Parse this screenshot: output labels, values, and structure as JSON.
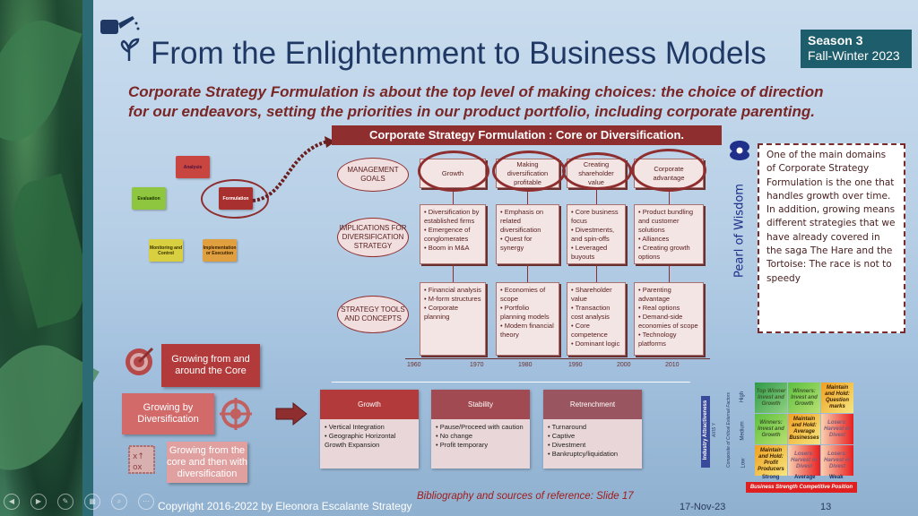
{
  "title": "From the Enlightenment to Business Models",
  "season": {
    "line1": "Season 3",
    "line2": "Fall-Winter 2023"
  },
  "subtitle": "Corporate Strategy Formulation is about the top level of making choices: the choice of direction for our endeavors, setting the priorities in our product portfolio, including corporate parenting.",
  "cycle": [
    "Analysis",
    "Formulation",
    "Implementation or Execution",
    "Monitoring and Control",
    "Evaluation"
  ],
  "diagram": {
    "title": "Corporate Strategy Formulation : Core or Diversification.",
    "row_labels": [
      "MANAGEMENT GOALS",
      "IMPLICATIONS FOR DIVERSIFICATION STRATEGY",
      "STRATEGY TOOLS AND CONCEPTS"
    ],
    "columns": [
      {
        "goal": "Growth",
        "implications": [
          "• Diversification by established firms",
          "• Emergence of conglomerates",
          "• Boom in M&A"
        ],
        "tools": [
          "• Financial analysis",
          "• M-form structures",
          "• Corporate planning"
        ]
      },
      {
        "goal": "Making diversification profitable",
        "implications": [
          "• Emphasis on related diversification",
          "• Quest for synergy"
        ],
        "tools": [
          "• Economies of scope",
          "• Portfolio planning models",
          "• Modern financial theory"
        ]
      },
      {
        "goal": "Creating shareholder value",
        "implications": [
          "• Core business focus",
          "• Divestments, and spin-offs",
          "• Leveraged buyouts"
        ],
        "tools": [
          "• Shareholder value",
          "• Transaction cost analysis",
          "• Core competence",
          "• Dominant logic"
        ]
      },
      {
        "goal": "Corporate advantage",
        "implications": [
          "• Product bundling and customer solutions",
          "• Alliances",
          "• Creating growth options"
        ],
        "tools": [
          "• Parenting advantage",
          "• Real options",
          "• Demand-side economies of scope",
          "• Technology platforms"
        ]
      }
    ],
    "years": [
      "1960",
      "1970",
      "1980",
      "1990",
      "2000",
      "2010"
    ]
  },
  "growth_options": [
    "Growing from and around the Core",
    "Growing by Diversification",
    "Growing from the core and then with diversification"
  ],
  "strategies": [
    {
      "title": "Growth",
      "items": [
        "Vertical Integration",
        "Geographic Horizontal Growth Expansion"
      ],
      "color": "#b23a3a"
    },
    {
      "title": "Stability",
      "items": [
        "Pause/Proceed with caution",
        "No change",
        "Profit temporary"
      ],
      "color": "#a24a52"
    },
    {
      "title": "Retrenchment",
      "items": [
        "Turnaround",
        "Captive",
        "Divestment",
        "Bankruptcy/liquidation"
      ],
      "color": "#9a5660"
    }
  ],
  "matrix": {
    "y_title": "Industry Attractiveness",
    "y_sub": "AXIS Y",
    "y_sub2": "Composite of Critical External Factors",
    "rows": [
      "High",
      "Medium",
      "Low"
    ],
    "cols": [
      "Strong",
      "Average",
      "Weak"
    ],
    "cells": [
      [
        "Top Winner Invest and Growth",
        "Winners: Invest and Growth",
        "Maintain and Hold: Question marks"
      ],
      [
        "Winners: Invest and Growth",
        "Maintain and Hold: Average Businesses",
        "Losers: Harvest or Divest"
      ],
      [
        "Maintain and Hold: Profit Producers",
        "Losers: Harvest or Divest",
        "Losers: Harvest or Divest"
      ]
    ],
    "x_title": "Business Strength Competitive Position"
  },
  "pearl": {
    "label": "Pearl of Wisdom",
    "text": "One of the main domains of Corporate Strategy Formulation is the one that handles growth over time. In addition, growing means different strategies that we have already covered in the saga The Hare and the Tortoise: The race is not to speedy"
  },
  "footer": {
    "copyright": "Copyright 2016-2022 by Eleonora Escalante Strategy",
    "bibliography": "Bibliography and sources of reference: Slide 17",
    "date": "17-Nov-23",
    "slide_number": "13"
  }
}
